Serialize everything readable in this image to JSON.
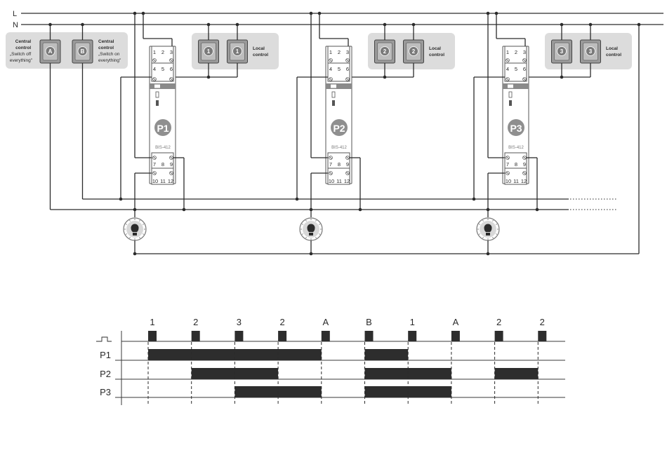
{
  "lines": {
    "l_label": "L",
    "n_label": "N"
  },
  "central": {
    "button_a": "A",
    "button_b": "B",
    "off_caption": [
      "Central",
      "control",
      "„Switch off",
      "everything\""
    ],
    "on_caption": [
      "Central",
      "control",
      "„Switch on",
      "everything\""
    ]
  },
  "local_caption": [
    "Local",
    "control"
  ],
  "relays": [
    {
      "label": "P1",
      "button": "1",
      "code": "BIS-412"
    },
    {
      "label": "P2",
      "button": "2",
      "code": "BIS-412"
    },
    {
      "label": "P3",
      "button": "3",
      "code": "BIS-412"
    }
  ],
  "terminals": {
    "top1": [
      "1",
      "2",
      "3"
    ],
    "top2": [
      "4",
      "5",
      "6"
    ],
    "bot1": [
      "7",
      "8",
      "9"
    ],
    "bot2": [
      "10",
      "11",
      "12"
    ]
  },
  "chart_data": {
    "type": "timing",
    "pulses": [
      "1",
      "2",
      "3",
      "2",
      "A",
      "B",
      "1",
      "A",
      "2",
      "2"
    ],
    "rows": [
      {
        "name": "P1",
        "on": [
          [
            0,
            4
          ],
          [
            5,
            6
          ]
        ]
      },
      {
        "name": "P2",
        "on": [
          [
            1,
            3
          ],
          [
            5,
            7
          ],
          [
            8,
            9
          ]
        ]
      },
      {
        "name": "P3",
        "on": [
          [
            2,
            4
          ],
          [
            5,
            7
          ]
        ]
      }
    ]
  }
}
